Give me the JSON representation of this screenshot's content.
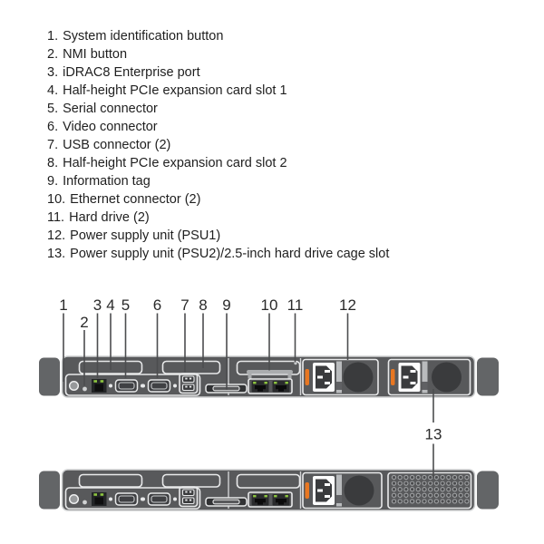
{
  "figure": {
    "legend": [
      {
        "marker": "1.",
        "label": "System identification button"
      },
      {
        "marker": "2.",
        "label": "NMI button"
      },
      {
        "marker": "3.",
        "label": "iDRAC8 Enterprise port"
      },
      {
        "marker": "4.",
        "label": "Half-height PCIe expansion card slot 1"
      },
      {
        "marker": "5.",
        "label": "Serial connector"
      },
      {
        "marker": "6.",
        "label": "Video connector"
      },
      {
        "marker": "7.",
        "label": "USB connector (2)"
      },
      {
        "marker": "8.",
        "label": "Half-height PCIe expansion card slot 2"
      },
      {
        "marker": "9.",
        "label": "Information tag"
      },
      {
        "marker": "10.",
        "label": "Ethernet connector (2)"
      },
      {
        "marker": "11.",
        "label": "Hard drive (2)"
      },
      {
        "marker": "12.",
        "label": "Power supply unit (PSU1)"
      },
      {
        "marker": "13.",
        "label": "Power supply unit (PSU2)/2.5-inch hard drive cage slot"
      }
    ],
    "callouts": [
      "1",
      "2",
      "3",
      "4",
      "5",
      "6",
      "7",
      "8",
      "9",
      "10",
      "11",
      "12",
      "13"
    ]
  },
  "colors": {
    "chassis_gray": "#58595b",
    "ear_gray": "#636567",
    "outline_light": "#e8e9ea",
    "port_dark": "#232527",
    "fan_dark": "#3a3b3d",
    "led_green": "#8dc63f",
    "latch_orange": "#e87722",
    "leader_line": "#4c4d4f",
    "text": "#1f1f1f"
  }
}
